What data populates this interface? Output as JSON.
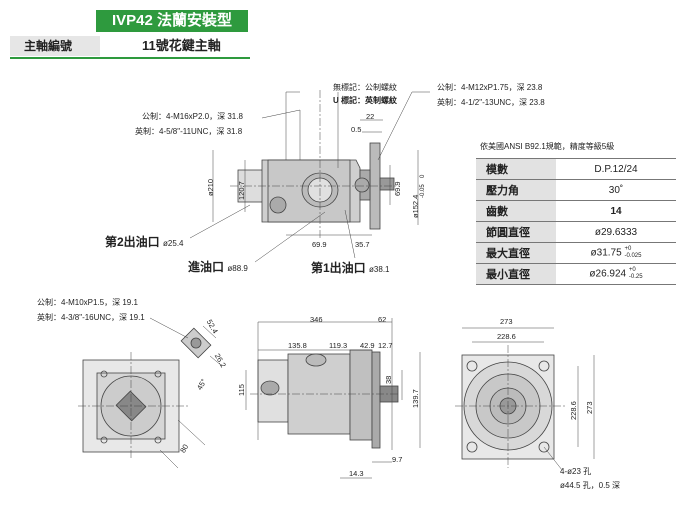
{
  "header": {
    "title": "IVP42 法蘭安裝型",
    "shaft_tab": "主軸編號",
    "shaft_value": "11號花鍵主軸"
  },
  "top_view": {
    "note_metric_mark": "無標記：公制螺紋",
    "note_u_mark": "U 標記：英制螺紋",
    "metric_left": "公制：4-M16xP2.0，深 31.8",
    "imperial_left": "英制：4-5/8\"-11UNC，深 31.8",
    "metric_right": "公制：4-M12xP1.75，深 23.8",
    "imperial_right": "英制：4-1/2\"-13UNC，深 23.8",
    "dim_22": "22",
    "dim_0_5": "0.5",
    "dim_210": "ø210",
    "dim_120_7": "120.7",
    "dim_69_9_v": "69.9",
    "dim_152_4": "ø152.4",
    "dim_152_4_tol_top": "0",
    "dim_152_4_tol_bot": "-0.05",
    "dim_69_9_h": "69.9",
    "dim_35_7": "35.7",
    "outlet2": "第2出油口",
    "outlet2_size": "ø25.4",
    "inlet": "進油口",
    "inlet_size": "ø88.9",
    "outlet1": "第1出油口",
    "outlet1_size": "ø38.1"
  },
  "bottom_left": {
    "metric": "公制：4-M10xP1.5，深 19.1",
    "imperial": "英制：4-3/8\"-16UNC，深 19.1",
    "dim_52_4": "52.4",
    "dim_26_2": "26.2",
    "angle_45": "45°",
    "dim_80": "80"
  },
  "side_view": {
    "dim_346": "346",
    "dim_62": "62",
    "dim_135_8": "135.8",
    "dim_119_3": "119.3",
    "dim_42_9": "42.9",
    "dim_12_7": "12.7",
    "dim_115": "115",
    "dim_38": "38",
    "dim_139_7": "139.7",
    "dim_9_7": "9.7",
    "dim_14_3": "14.3"
  },
  "front_view": {
    "dim_273_top": "273",
    "dim_228_6_top": "228.6",
    "dim_228_6_side": "228.6",
    "dim_273_side": "273",
    "hole_note_1": "4-ø23 孔",
    "hole_note_2": "ø44.5 孔，0.5 深"
  },
  "spec": {
    "note": "依美國ANSI B92.1規範，精度等級5級",
    "rows": [
      {
        "key": "模數",
        "value": "D.P.12/24"
      },
      {
        "key": "壓力角",
        "value": "30˚"
      },
      {
        "key": "齒數",
        "value": "14"
      },
      {
        "key": "節圓直徑",
        "value": "ø29.6333"
      },
      {
        "key": "最大直徑",
        "value": "ø31.75",
        "tol_top": "+0",
        "tol_bot": "-0.025"
      },
      {
        "key": "最小直徑",
        "value": "ø26.924",
        "tol_top": "+0",
        "tol_bot": "-0.25"
      }
    ]
  }
}
